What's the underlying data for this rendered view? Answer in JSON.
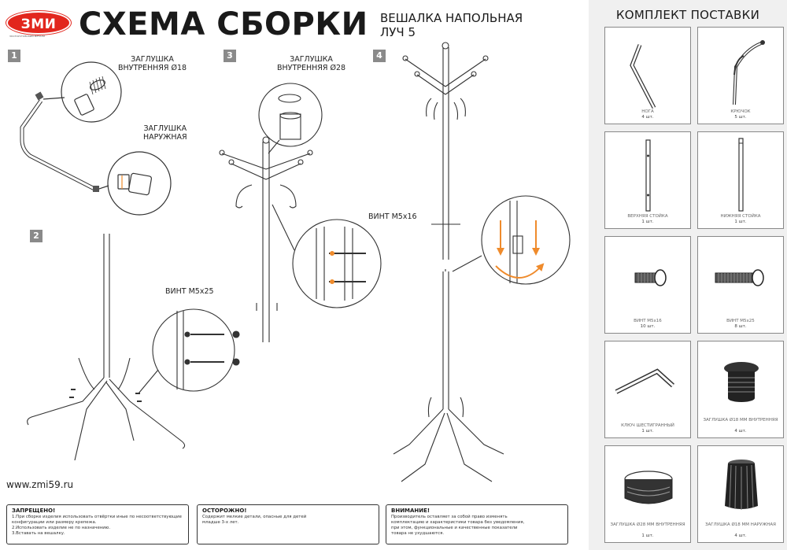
{
  "header": {
    "logo_text": "ЗМИ",
    "logo_tagline": "ЗЛАТОУСТОВСКИЙ МЕТАЛЛ",
    "title": "СХЕМА СБОРКИ",
    "product_line1": "ВЕШАЛКА НАПОЛЬНАЯ",
    "product_line2": "ЛУЧ 5",
    "brand_color": "#e2261d"
  },
  "steps": [
    "1",
    "2",
    "3",
    "4"
  ],
  "callouts": {
    "plug_inner_18": [
      "ЗАГЛУШКА",
      "ВНУТРЕННЯЯ Ø18"
    ],
    "plug_outer": [
      "ЗАГЛУШКА",
      "НАРУЖНАЯ"
    ],
    "plug_inner_28": [
      "ЗАГЛУШКА",
      "ВНУТРЕННЯЯ Ø28"
    ],
    "screw_m5x16": "ВИНТ М5х16",
    "screw_m5x25": "ВИНТ М5х25"
  },
  "website": "www.zmi59.ru",
  "notices": [
    {
      "title": "ЗАПРЕЩЕНО!",
      "lines": [
        "1.При сборке изделия использовать отвёртки иные по несоответствующие",
        "конфигурации или размеру крепежа.",
        "2.Использовать изделие не по назначению.",
        "3.Вставать на вешалку."
      ]
    },
    {
      "title": "ОСТОРОЖНО!",
      "lines": [
        "Содержит мелкие детали, опасные для детей",
        "младше 3-х лет."
      ]
    },
    {
      "title": "ВНИМАНИЕ!",
      "lines": [
        "Производитель оставляет за собой право изменять",
        "комплектацию и характеристики товара без уведомления,",
        "при этом, функциональные и качественные показатели",
        "товара не ухудшаются."
      ]
    }
  ],
  "kit": {
    "title": "КОМПЛЕКТ ПОСТАВКИ",
    "items": [
      {
        "name": "НОГА",
        "qty": "4 шт.",
        "icon": "leg-icon"
      },
      {
        "name": "КРЮЧОК",
        "qty": "5 шт.",
        "icon": "hook-icon"
      },
      {
        "name": "ВЕРХНЯЯ СТОЙКА",
        "qty": "1 шт.",
        "icon": "upper-post-icon"
      },
      {
        "name": "НИЖНЯЯ СТОЙКА",
        "qty": "1 шт.",
        "icon": "lower-post-icon"
      },
      {
        "name": "ВИНТ М5х16",
        "qty": "10 шт.",
        "icon": "screw-short-icon"
      },
      {
        "name": "ВИНТ М5х25",
        "qty": "8 шт.",
        "icon": "screw-long-icon"
      },
      {
        "name": "КЛЮЧ ШЕСТИГРАННЫЙ",
        "qty": "1 шт.",
        "icon": "hex-key-icon"
      },
      {
        "name": "ЗАГЛУШКА Ø18 ММ ВНУТРЕННЯЯ",
        "qty": "4 шт.",
        "icon": "plug-inner-18-icon"
      },
      {
        "name": "ЗАГЛУШКА Ø28 ММ ВНУТРЕННЯЯ",
        "qty": "1 шт.",
        "icon": "plug-inner-28-icon"
      },
      {
        "name": "ЗАГЛУШКА Ø18 ММ НАРУЖНАЯ",
        "qty": "4 шт.",
        "icon": "plug-outer-18-icon"
      }
    ]
  }
}
